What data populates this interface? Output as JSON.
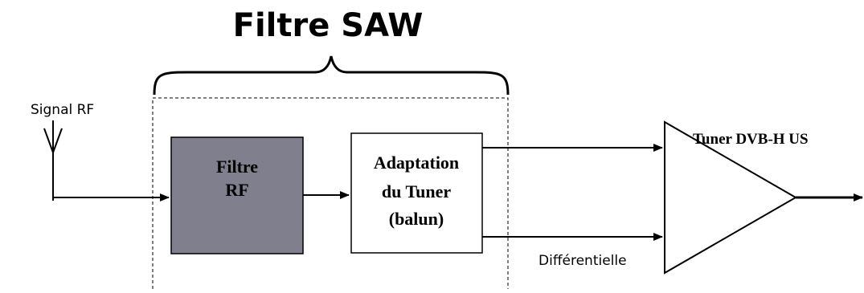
{
  "title": "Filtre SAW",
  "antenna_label": "Signal RF",
  "blocks": {
    "filter": {
      "line1": "Filtre",
      "line2": "RF"
    },
    "adapter": {
      "line1": "Adaptation",
      "line2": "du Tuner",
      "line3": "(balun)"
    }
  },
  "tuner_label": "Tuner DVB-H US",
  "differential_label": "Différentielle",
  "colors": {
    "filter_fill": "#7f7f8e",
    "stroke": "#000000",
    "background": "#ffffff"
  }
}
